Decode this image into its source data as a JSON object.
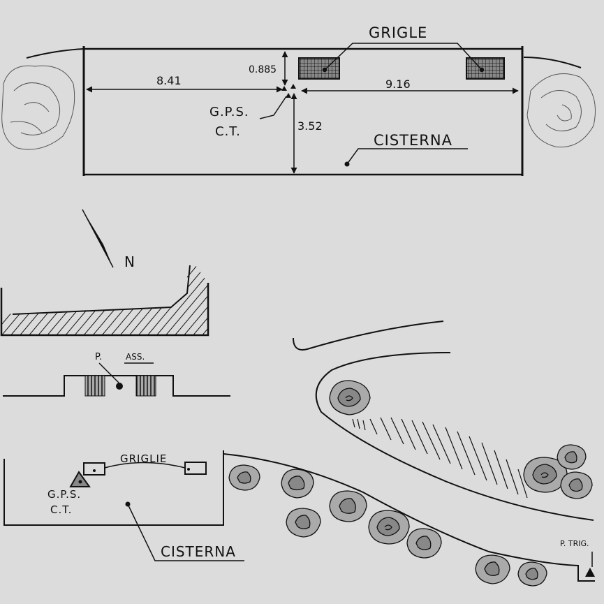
{
  "plan": {
    "grids_label": "GRIGLE",
    "dim_top": "0.885",
    "dim_left": "8.41",
    "dim_right": "9.16",
    "dim_down": "3.52",
    "gps_label": "G.P.S.",
    "ct_label": "C.T.",
    "cistern_label": "CISTERNA"
  },
  "north_label": "N",
  "section": {
    "p_label": "P.",
    "asse_label": "ASS."
  },
  "lower_plan": {
    "grids_label": "GRIGLIE",
    "gps_label": "G.P.S.",
    "ct_label": "C.T.",
    "cistern_label": "CISTERNA"
  },
  "trig_label": "P. TRIG."
}
